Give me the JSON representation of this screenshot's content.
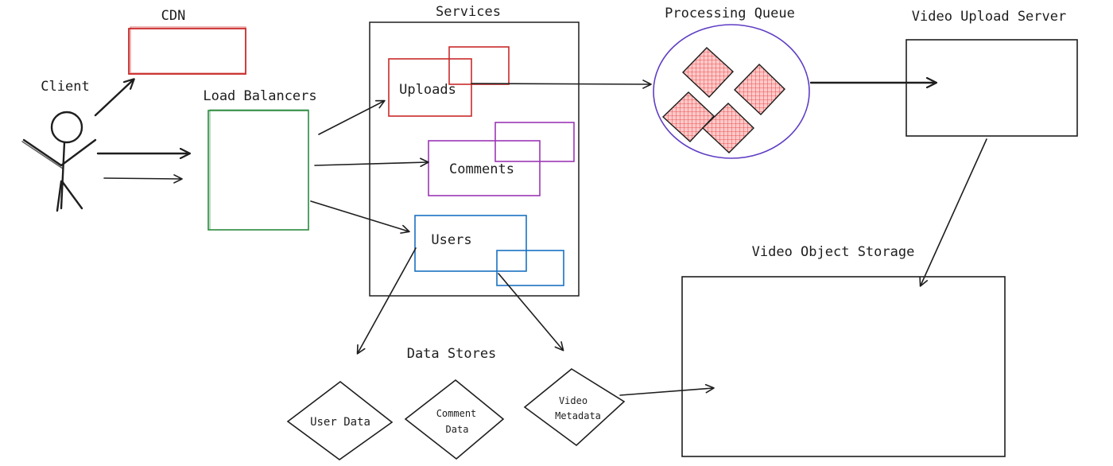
{
  "colors": {
    "ink": "#1e1e1e",
    "cdn": "#c92a2a",
    "load_balancer": "#2b8a3e",
    "uploads": "#c92a2a",
    "comments": "#9c36b5",
    "users": "#1971c2",
    "queue": "#5f3dc4",
    "queue_item_fill": "#ffc9c9",
    "queue_item_hatch": "#e03131"
  },
  "labels": {
    "client": "Client",
    "cdn": "CDN",
    "load_balancers": "Load Balancers",
    "services": "Services",
    "uploads": "Uploads",
    "comments": "Comments",
    "users": "Users",
    "processing_queue": "Processing Queue",
    "video_upload_server": "Video Upload Server",
    "video_object_storage": "Video Object Storage",
    "data_stores": "Data Stores",
    "user_data": "User Data",
    "comment_data_line1": "Comment",
    "comment_data_line2": "Data",
    "video_metadata_line1": "Video",
    "video_metadata_line2": "Metadata"
  },
  "icons": {
    "client": "stick-figure-icon",
    "queue_item": "hatched-diamond-icon",
    "arrow": "arrow-icon"
  }
}
